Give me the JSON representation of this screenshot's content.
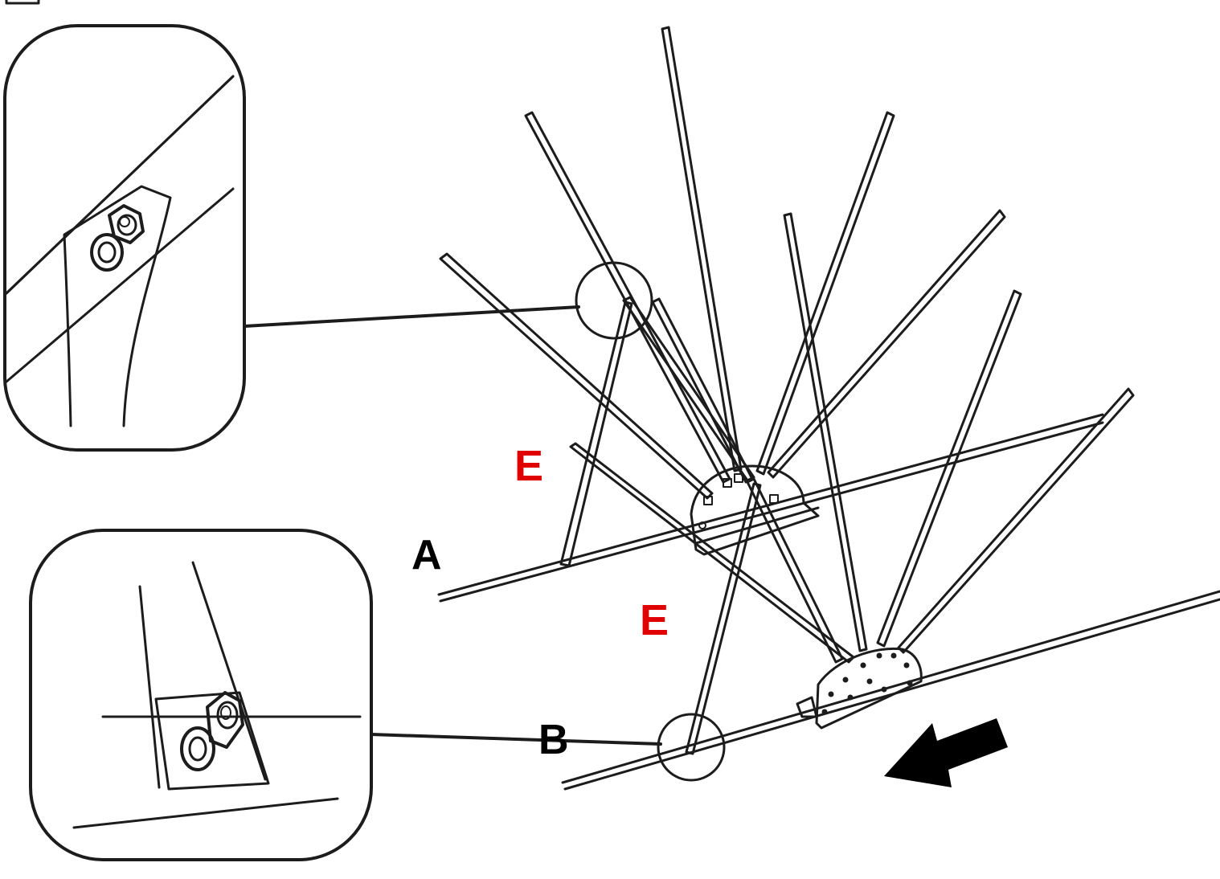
{
  "labels": {
    "a": "A",
    "b": "B",
    "e_upper": "E",
    "e_lower": "E"
  },
  "colors": {
    "line": "#1c1c1c",
    "background": "#ffffff",
    "label_black": "#000000",
    "label_red": "#e00000"
  },
  "icons": {
    "direction_arrow": "arrow-down-left-icon",
    "detail_a": "bolt-nut-detail-icon",
    "detail_b": "bolt-nut-detail-icon"
  }
}
